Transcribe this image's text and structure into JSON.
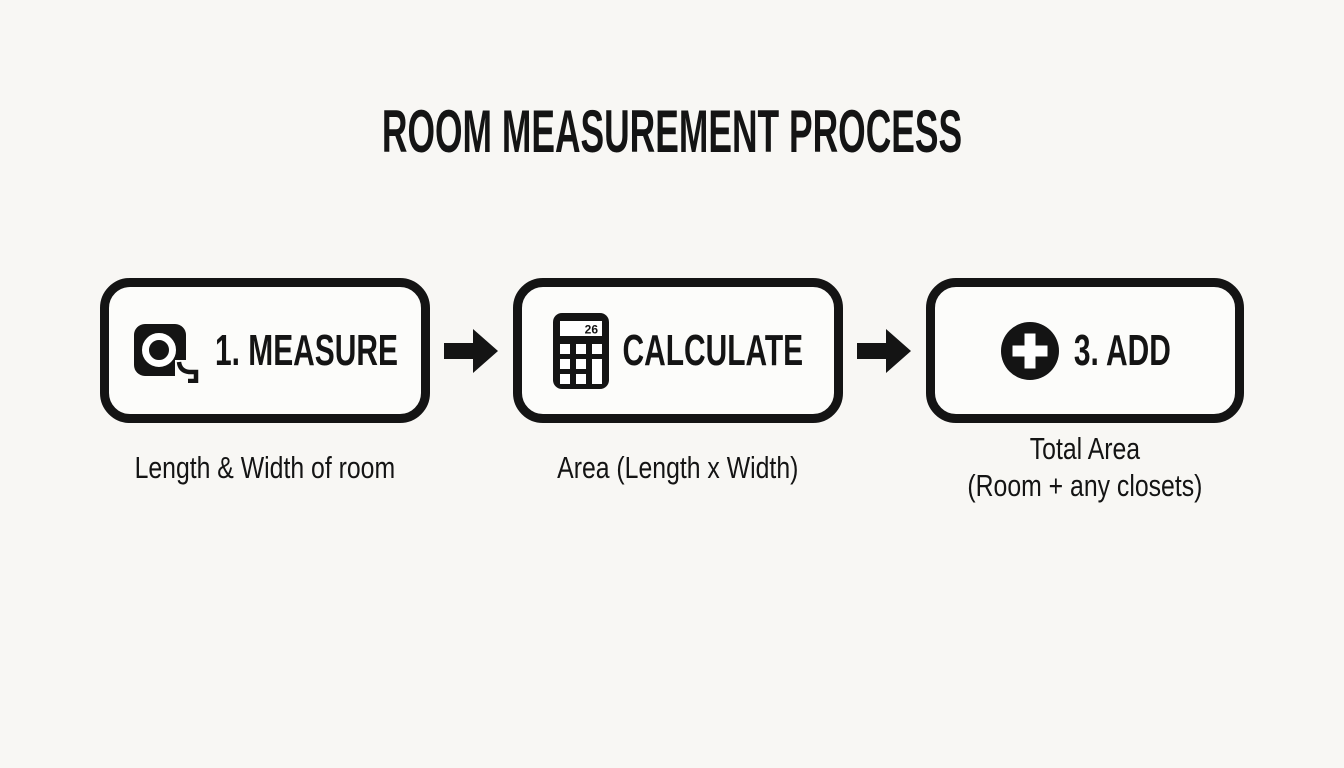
{
  "title": "ROOM MEASUREMENT PROCESS",
  "steps": [
    {
      "label": "1. MEASURE",
      "icon": "tape-measure-icon",
      "caption_lines": [
        "Length & Width of room"
      ]
    },
    {
      "label": "CALCULATE",
      "icon": "calculator-icon",
      "calculator_display": "26",
      "caption_lines": [
        "Area (Length x Width)"
      ]
    },
    {
      "label": "3. ADD",
      "icon": "plus-circle-icon",
      "caption_lines": [
        "Total Area",
        "(Room + any closets)"
      ]
    }
  ],
  "colors": {
    "background": "#f8f7f4",
    "box_fill": "#fcfcfa",
    "ink": "#141414"
  }
}
